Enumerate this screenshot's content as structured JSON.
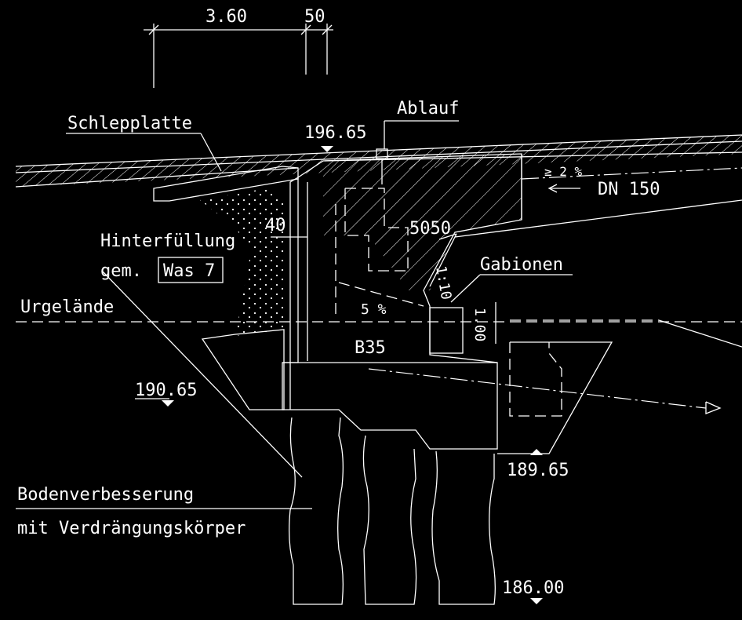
{
  "dimensions": {
    "top_span": "3.60",
    "top_small": "50",
    "wall_offset": "40",
    "notch": "5050"
  },
  "labels": {
    "schlepplatte": "Schlepplatte",
    "ablauf": "Ablauf",
    "hinterfuellung": "Hinterfüllung",
    "gem": "gem.",
    "was7": "Was 7",
    "urgelaende": "Urgelände",
    "gabionen": "Gabionen",
    "dn150": "DN 150",
    "slope_top": "≥ 2 %",
    "slope_inner": "5 %",
    "slope_face": "1:10",
    "gabion_height": "1.00",
    "concrete": "B35",
    "bodenverbesserung": "Bodenverbesserung",
    "verdraengung": "mit Verdrängungskörper"
  },
  "levels": {
    "top": "196.65",
    "ground": "190.65",
    "foundation": "189.65",
    "piles": "186.00"
  },
  "colors": {
    "background": "#000000",
    "lines": "#ffffff"
  }
}
